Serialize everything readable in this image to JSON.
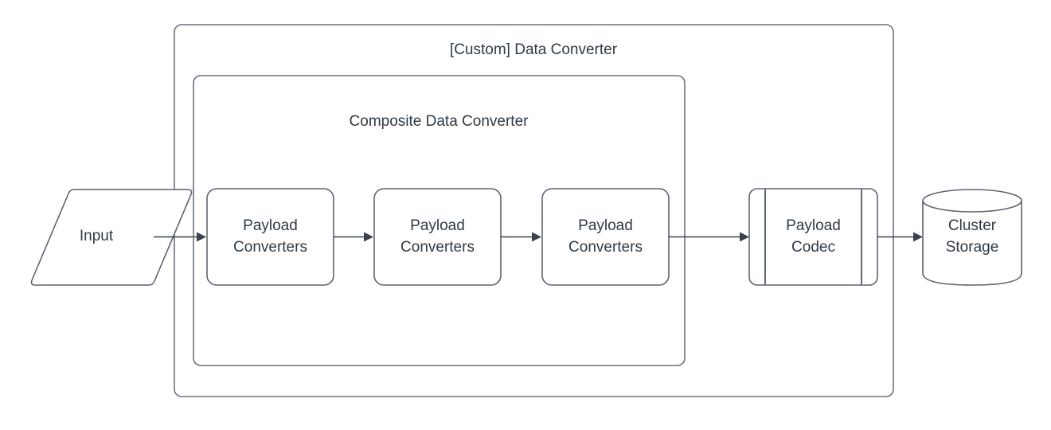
{
  "diagram": {
    "title": "[Custom] Data Converter",
    "background_color": "#ffffff",
    "stroke_color": "#5c6470",
    "text_color": "#2f3a45",
    "containers": [
      {
        "id": "custom-data-converter",
        "label": "[Custom] Data Converter",
        "shape": "rounded-rectangle"
      },
      {
        "id": "composite-data-converter",
        "label": "Composite Data Converter",
        "shape": "rounded-rectangle"
      }
    ],
    "nodes": [
      {
        "id": "input",
        "label": "Input",
        "shape": "parallelogram"
      },
      {
        "id": "payload-converters-1",
        "label_line1": "Payload",
        "label_line2": "Converters",
        "shape": "rounded-rectangle"
      },
      {
        "id": "payload-converters-2",
        "label_line1": "Payload",
        "label_line2": "Converters",
        "shape": "rounded-rectangle"
      },
      {
        "id": "payload-converters-3",
        "label_line1": "Payload",
        "label_line2": "Converters",
        "shape": "rounded-rectangle"
      },
      {
        "id": "payload-codec",
        "label_line1": "Payload",
        "label_line2": "Codec",
        "shape": "process"
      },
      {
        "id": "cluster-storage",
        "label_line1": "Cluster",
        "label_line2": "Storage",
        "shape": "cylinder"
      }
    ],
    "edges": [
      {
        "id": "edge-input-to-pc1",
        "from": "input",
        "to": "payload-converters-1",
        "style": "solid-arrow"
      },
      {
        "id": "edge-pc1-to-pc2",
        "from": "payload-converters-1",
        "to": "payload-converters-2",
        "style": "solid-arrow"
      },
      {
        "id": "edge-pc2-to-pc3",
        "from": "payload-converters-2",
        "to": "payload-converters-3",
        "style": "solid-arrow"
      },
      {
        "id": "edge-pc3-to-codec",
        "from": "payload-converters-3",
        "to": "payload-codec",
        "style": "solid-arrow"
      },
      {
        "id": "edge-codec-to-storage",
        "from": "payload-codec",
        "to": "cluster-storage",
        "style": "solid-arrow"
      }
    ]
  }
}
